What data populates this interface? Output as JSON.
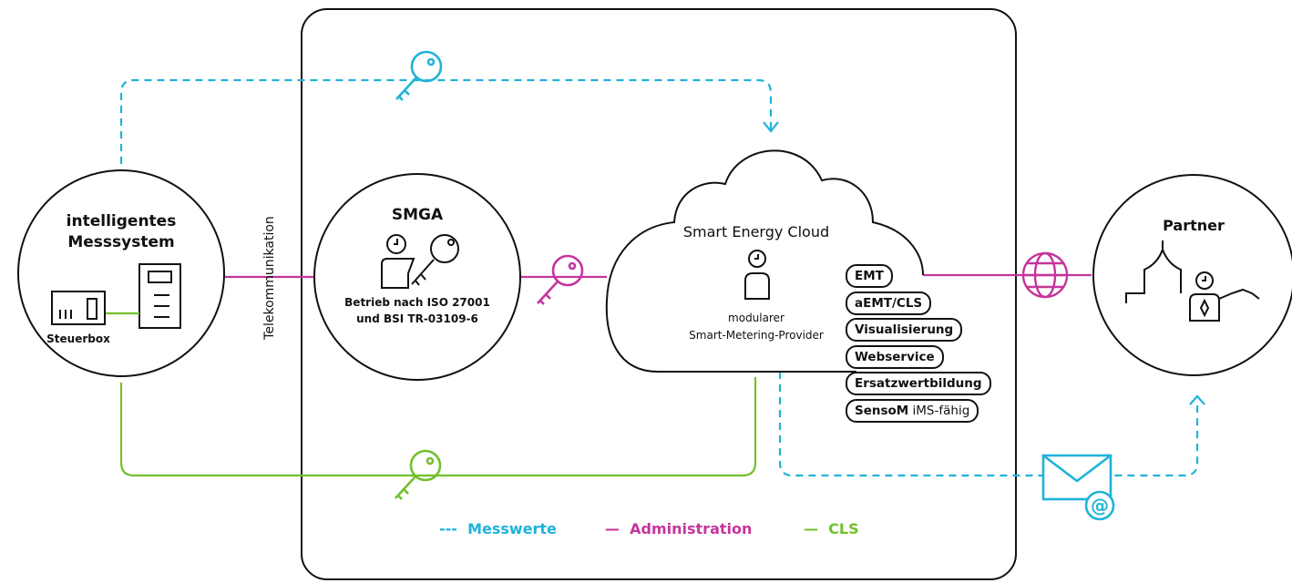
{
  "nodes": {
    "ims": {
      "title_line1": "intelligentes",
      "title_line2": "Messsystem",
      "sublabel": "Steuerbox"
    },
    "smga": {
      "title": "SMGA",
      "caption_line1": "Betrieb nach ISO 27001",
      "caption_line2": "und BSI TR-03109-6"
    },
    "cloud": {
      "title": "Smart Energy Cloud",
      "caption_line1": "modularer",
      "caption_line2": "Smart-Metering-Provider"
    },
    "partner": {
      "title": "Partner"
    }
  },
  "link_label": "Telekommunikation",
  "modules": [
    {
      "label": "EMT"
    },
    {
      "label": "aEMT/CLS"
    },
    {
      "label": "Visualisierung"
    },
    {
      "label": "Webservice"
    },
    {
      "label": "Ersatzwertbildung"
    },
    {
      "label": "SensoM",
      "suffix": " iMS-fähig"
    }
  ],
  "legend": [
    {
      "symbol": "---",
      "label": "Messwerte"
    },
    {
      "symbol": "—",
      "label": "Administration"
    },
    {
      "symbol": "—",
      "label": "CLS"
    }
  ],
  "colors": {
    "messwerte": "#1fb3d9",
    "administration": "#c4359b",
    "cls": "#72c02c",
    "stroke": "#111111"
  },
  "icons": [
    "key-icon-messwerte",
    "key-icon-administration",
    "key-icon-cls",
    "key-icon-smga",
    "person-icon",
    "globe-icon",
    "mail-icon",
    "city-skyline-icon",
    "meter-icon",
    "control-box-icon"
  ]
}
